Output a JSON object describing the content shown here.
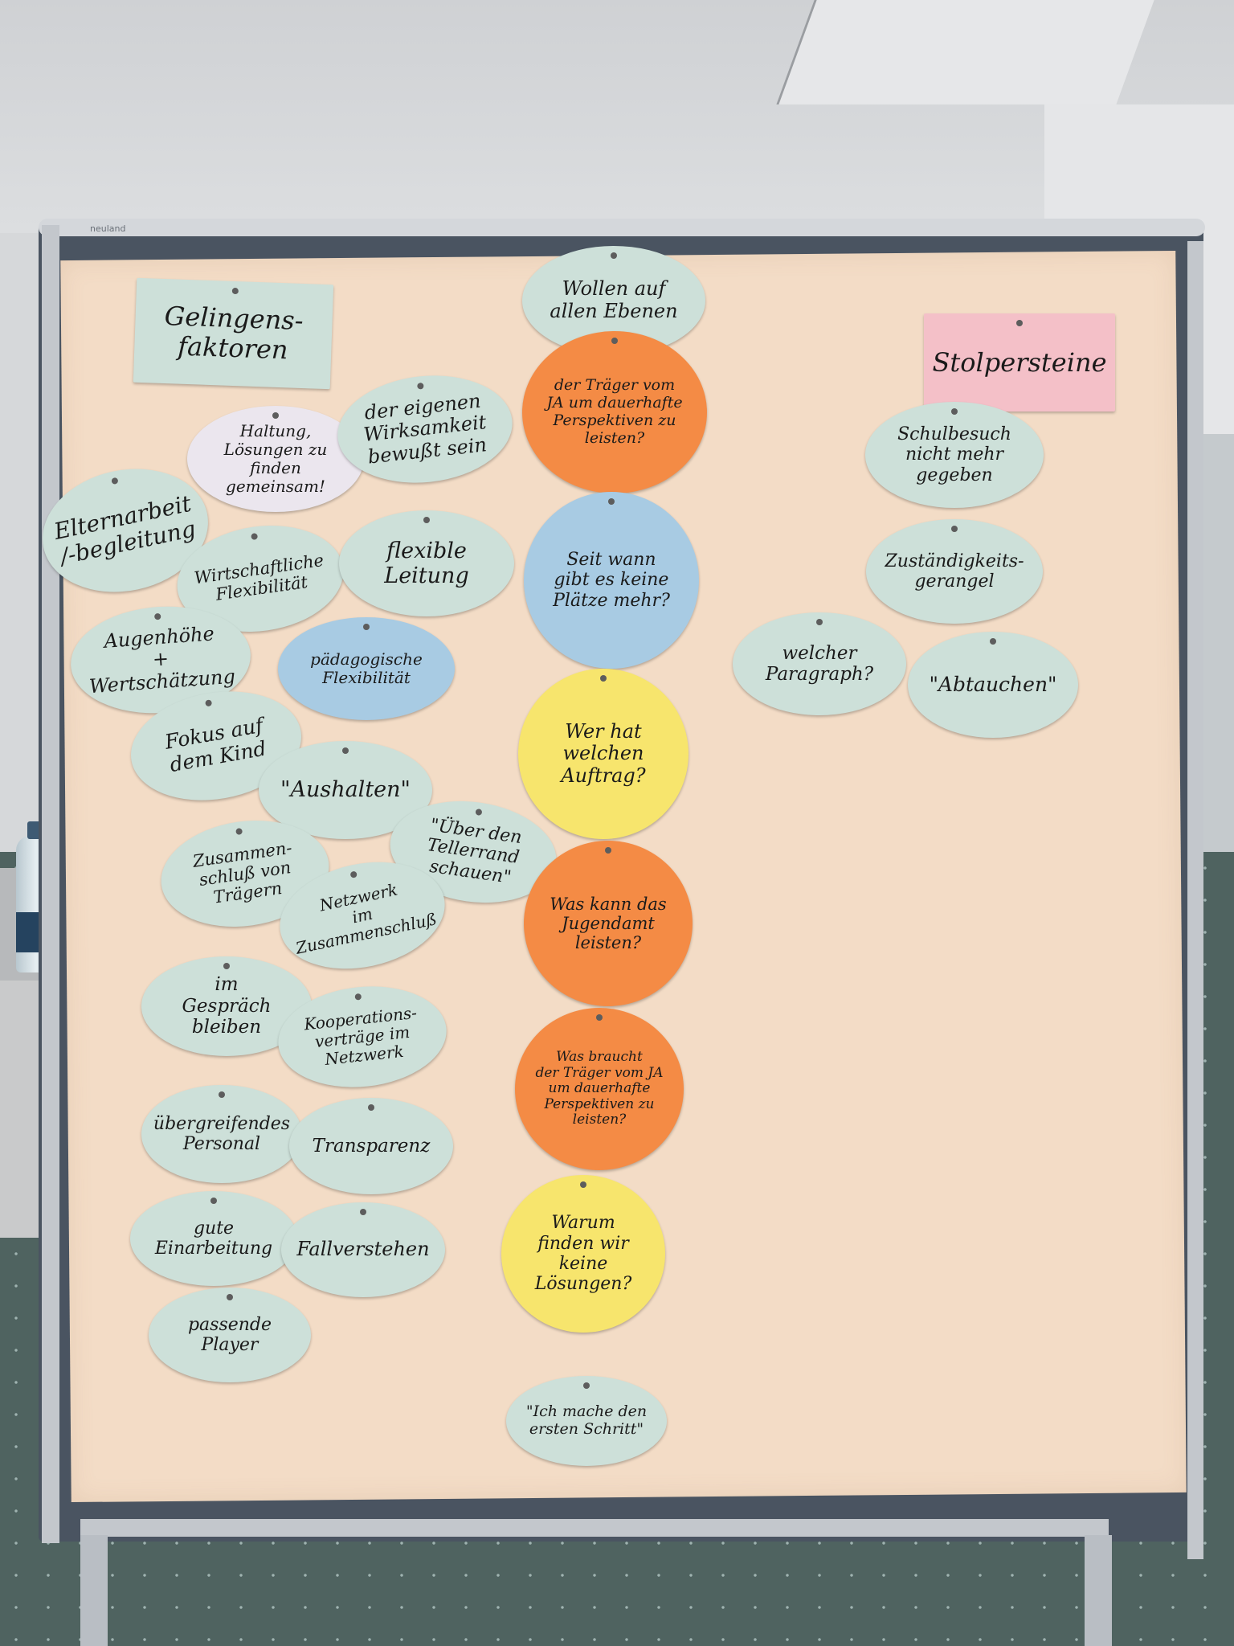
{
  "board": {
    "brand": "neuland",
    "header_left": "Gelingens-\nfaktoren",
    "header_right": "Stolpersteine"
  },
  "left_cards": [
    "Haltung,\nLösungen zu finden\ngemeinsam!",
    "der eigenen\nWirksamkeit\nbewußt sein",
    "Elternarbeit\n/-begleitung",
    "Wirtschaftliche\nFlexibilität",
    "flexible\nLeitung",
    "Augenhöhe\n+\nWertschätzung",
    "pädagogische\nFlexibilität",
    "Fokus auf\ndem Kind",
    "\"Aushalten\"",
    "\"Über den\nTellerrand\nschauen\"",
    "Zusammen-\nschluß von\nTrägern",
    "Netzwerk\nim\nZusammenschluß",
    "im\nGespräch\nbleiben",
    "Kooperations-\nverträge im\nNetzwerk",
    "übergreifendes\nPersonal",
    "Transparenz",
    "gute\nEinarbeitung",
    "Fallverstehen",
    "passende\nPlayer"
  ],
  "center_cards": [
    "Wollen auf\nallen Ebenen",
    "der Träger vom\nJA um dauerhafte\nPerspektiven zu\nleisten?",
    "Seit wann\ngibt es keine\nPlätze mehr?",
    "Wer hat\nwelchen\nAuftrag?",
    "Was kann das\nJugendamt\nleisten?",
    "Was braucht\nder Träger vom JA\num dauerhafte\nPerspektiven zu\nleisten?",
    "Warum\nfinden wir\nkeine\nLösungen?",
    "\"Ich mache den\nersten Schritt\""
  ],
  "right_cards": [
    "Schulbesuch\nnicht mehr\ngegeben",
    "Zuständigkeits-\ngerangel",
    "welcher\nParagraph?",
    "\"Abtauchen\""
  ]
}
